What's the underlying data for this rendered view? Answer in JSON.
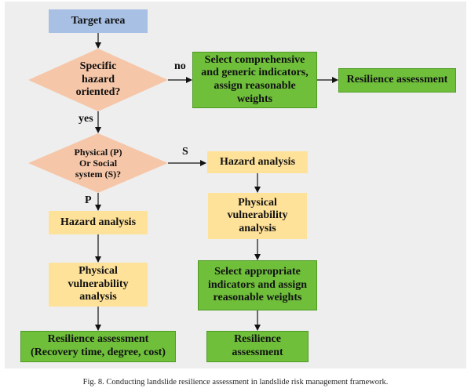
{
  "nodes": {
    "target_area": "Target area",
    "specific_hazard": "Specific\nhazard\noriented?",
    "select_comprehensive": "Select comprehensive\nand generic indicators,\nassign reasonable\nweights",
    "resilience_top": "Resilience assessment",
    "physical_or_social": "Physical (P)\nOr Social\nsystem (S)?",
    "hazard_left": "Hazard analysis",
    "physical_vuln_left": "Physical\nvulnerability\nanalysis",
    "resilience_left": "Resilience assessment\n(Recovery time, degree, cost)",
    "hazard_right": "Hazard analysis",
    "physical_vuln_right": "Physical\nvulnerability\nanalysis",
    "select_appropriate": "Select appropriate\nindicators and assign\nreasonable weights",
    "resilience_right": "Resilience\nassessment"
  },
  "edge_labels": {
    "no": "no",
    "yes": "yes",
    "s": "S",
    "p": "P"
  },
  "caption": "Fig. 8.  Conducting landslide resilience assessment in landslide risk management framework.",
  "colors": {
    "blue_box": "#a8c0e4",
    "yellow_box": "#ffe299",
    "green_box": "#6fbf3b",
    "diamond": "#f6c6a8",
    "panel": "#eeeeee"
  }
}
